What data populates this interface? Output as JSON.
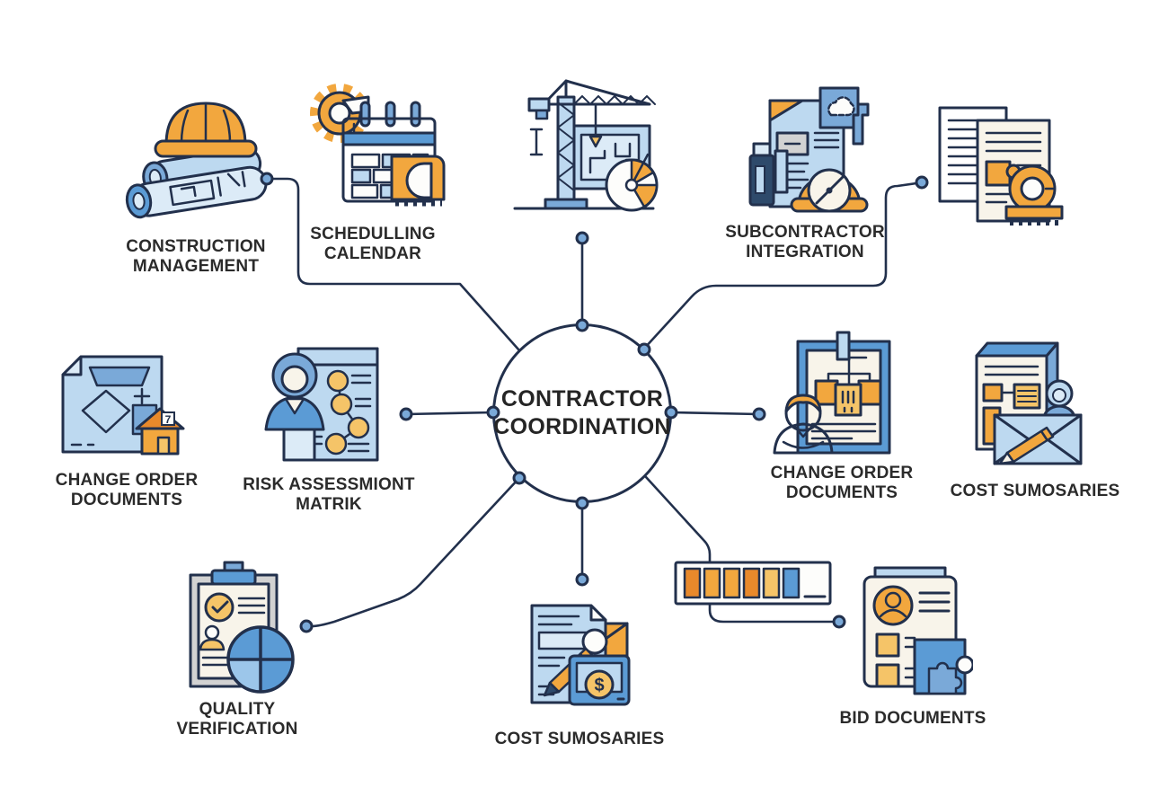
{
  "hub": {
    "label": "CONTRACTOR\nCOORDINATION"
  },
  "nodes": {
    "construction_management": {
      "label": "CONSTRUCTION\nMANAGEMENT"
    },
    "scheduling_calendar": {
      "label": "SCHEDULLING\nCALENDAR"
    },
    "tower_crane": {
      "label": ""
    },
    "subcontractor_integration": {
      "label": "SUBCONTRACTOR\nINTEGRATION"
    },
    "documents_measuring_tape": {
      "label": ""
    },
    "change_order_left": {
      "label": "CHANGE ORDER\nDOCUMENTS"
    },
    "risk_assessment": {
      "label": "RISK ASSESSMIONT\nMATRIK"
    },
    "change_order_right": {
      "label": "CHANGE ORDER\nDOCUMENTS"
    },
    "cost_summaries_right": {
      "label": "COST SUMOSARIES"
    },
    "quality_verification": {
      "label": "QUALITY\nVERIFICATION"
    },
    "cost_summaries_bottom": {
      "label": "COST SUMOSARIES"
    },
    "bid_documents": {
      "label": "BID DOCUMENTS"
    },
    "progress_bar": {
      "label": ""
    }
  },
  "icons": {
    "construction_management": "hardhat-blueprint-rolls-icon",
    "scheduling_calendar": "gear-calendar-measuring-tape-icon",
    "tower_crane": "tower-crane-blueprint-pie-icon",
    "subcontractor_integration": "document-stamp-hardhat-compass-icon",
    "documents_measuring_tape": "stacked-documents-measuring-tape-icon",
    "change_order_left": "blueprint-sheet-house-icon",
    "risk_assessment": "person-risk-matrix-icon",
    "change_order_right": "person-clipboard-orgchart-icon",
    "cost_summaries_right": "document-envelope-pencil-icon",
    "quality_verification": "clipboard-crosshair-icon",
    "cost_summaries_bottom": "document-magnifier-dollar-icon",
    "bid_documents": "document-avatar-puzzle-icon",
    "progress_bar": "segmented-progress-bar-icon",
    "dollar_glyph": "$",
    "house_mark": "7"
  },
  "colors": {
    "outline": "#22304c",
    "label_text": "#2b2b2b",
    "background": "#ffffff",
    "blue_light": "#bdd9f0",
    "blue_pale": "#dcebf7",
    "blue_mid": "#5b9bd5",
    "blue_dot": "#7aa9d8",
    "blue_dark": "#2e4a6b",
    "orange": "#f2a73e",
    "orange_deep": "#e8892b",
    "yellow": "#f5c468",
    "cream": "#f8f4ea",
    "gray": "#d2d2d2",
    "white": "#fdfdfb"
  }
}
